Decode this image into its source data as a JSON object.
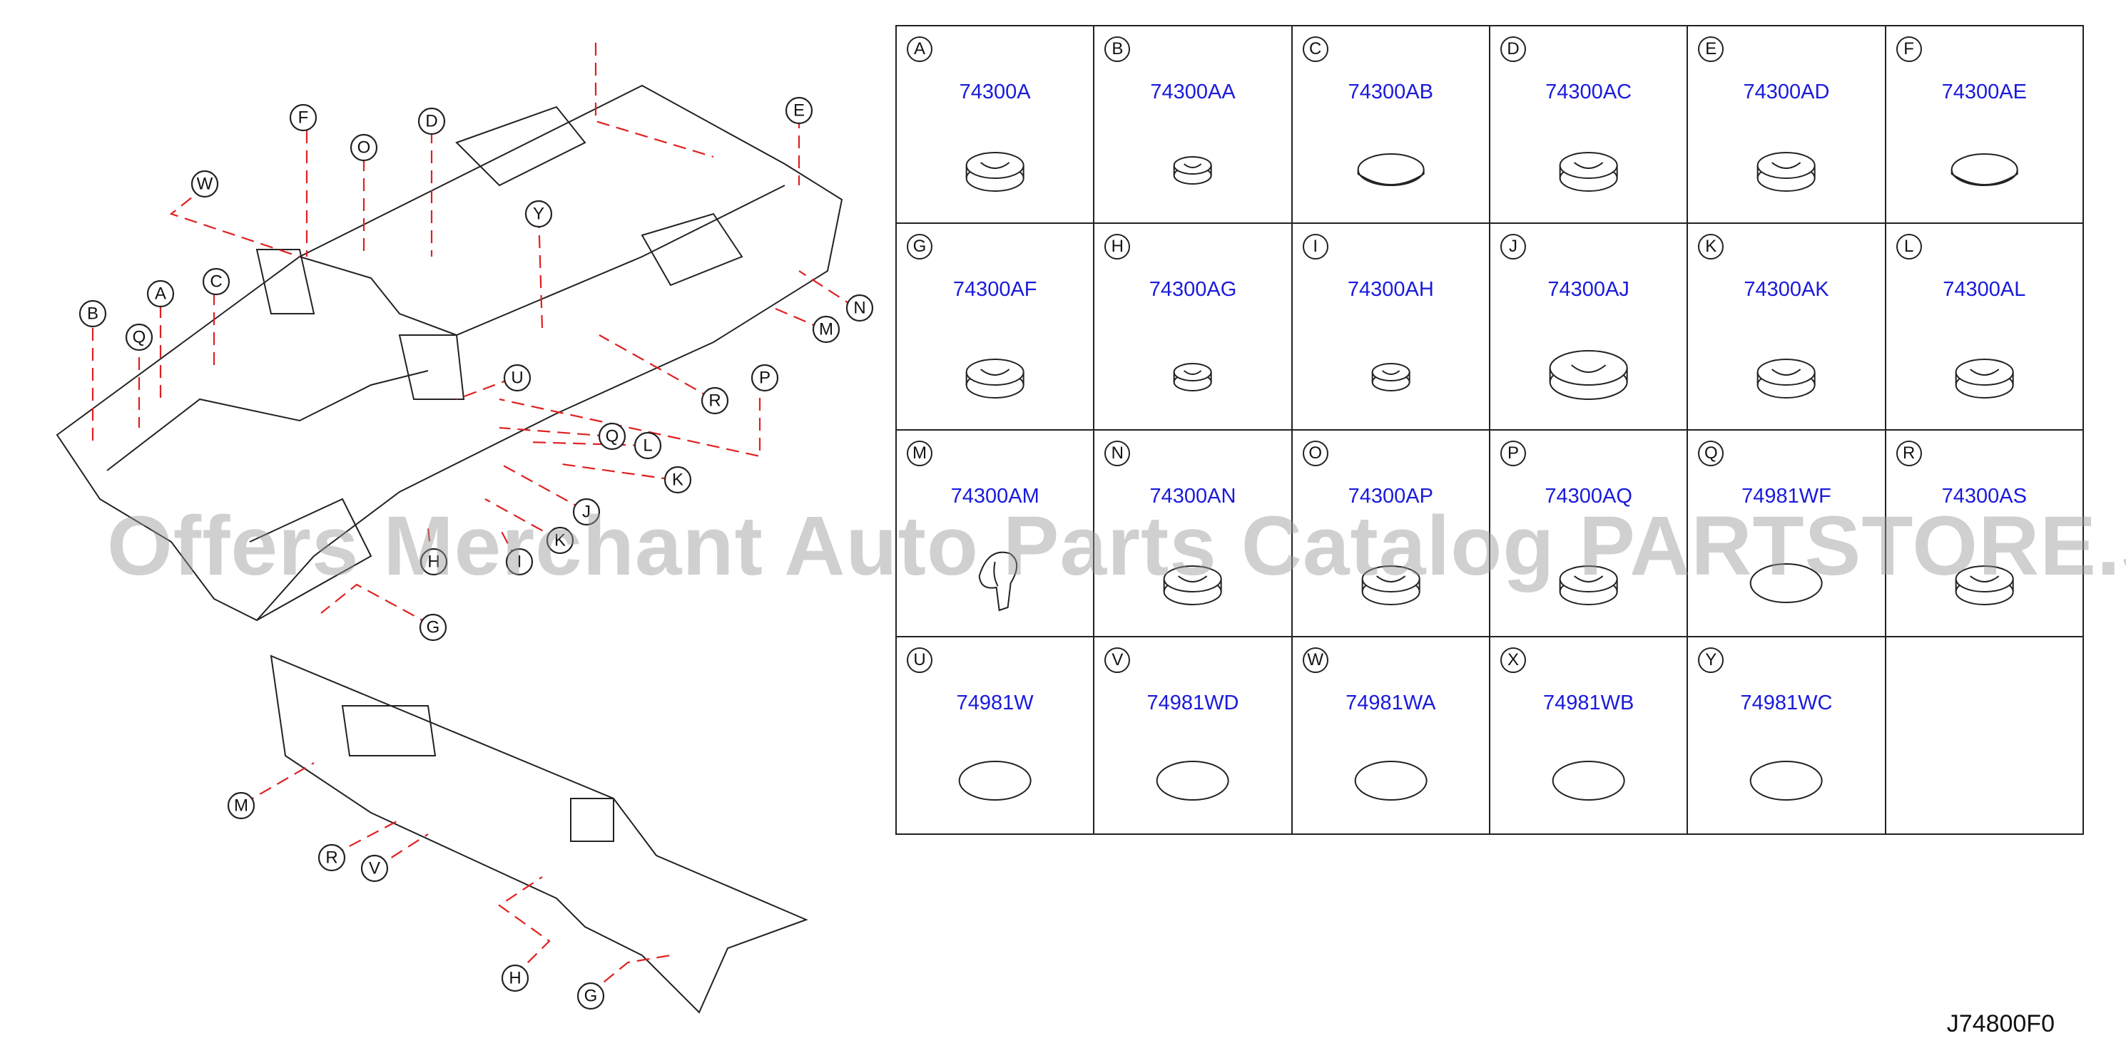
{
  "diagram_code": "J74800F0",
  "watermark": "Offers Merchant Auto Parts Catalog PARTSTORE.SA",
  "colors": {
    "part_number": "#1a1adc",
    "leader_line": "#e02020",
    "line": "#222222"
  },
  "parts": [
    {
      "letter": "A",
      "part": "74300A",
      "shape": "plug-large"
    },
    {
      "letter": "B",
      "part": "74300AA",
      "shape": "plug-small"
    },
    {
      "letter": "C",
      "part": "74300AB",
      "shape": "disc"
    },
    {
      "letter": "D",
      "part": "74300AC",
      "shape": "plug-large"
    },
    {
      "letter": "E",
      "part": "74300AD",
      "shape": "plug-large"
    },
    {
      "letter": "F",
      "part": "74300AE",
      "shape": "disc"
    },
    {
      "letter": "G",
      "part": "74300AF",
      "shape": "plug-large"
    },
    {
      "letter": "H",
      "part": "74300AG",
      "shape": "plug-small"
    },
    {
      "letter": "I",
      "part": "74300AH",
      "shape": "plug-small"
    },
    {
      "letter": "J",
      "part": "74300AJ",
      "shape": "plug-xl"
    },
    {
      "letter": "K",
      "part": "74300AK",
      "shape": "plug-large"
    },
    {
      "letter": "L",
      "part": "74300AL",
      "shape": "plug-large"
    },
    {
      "letter": "M",
      "part": "74300AM",
      "shape": "clip"
    },
    {
      "letter": "N",
      "part": "74300AN",
      "shape": "plug-large"
    },
    {
      "letter": "O",
      "part": "74300AP",
      "shape": "plug-large"
    },
    {
      "letter": "P",
      "part": "74300AQ",
      "shape": "plug-large"
    },
    {
      "letter": "Q",
      "part": "74981WF",
      "shape": "oval"
    },
    {
      "letter": "R",
      "part": "74300AS",
      "shape": "plug-large"
    },
    {
      "letter": "U",
      "part": "74981W",
      "shape": "oval"
    },
    {
      "letter": "V",
      "part": "74981WD",
      "shape": "oval"
    },
    {
      "letter": "W",
      "part": "74981WA",
      "shape": "oval"
    },
    {
      "letter": "X",
      "part": "74981WB",
      "shape": "oval"
    },
    {
      "letter": "Y",
      "part": "74981WC",
      "shape": "oval"
    },
    {
      "letter": "",
      "part": "",
      "shape": "none"
    }
  ],
  "callouts_upper": [
    "F",
    "O",
    "D",
    "W",
    "Y",
    "E",
    "B",
    "A",
    "C",
    "Q",
    "N",
    "M",
    "U",
    "R",
    "P",
    "Q",
    "L",
    "K",
    "J",
    "K",
    "H",
    "I",
    "G"
  ],
  "callouts_lower": [
    "M",
    "R",
    "V",
    "H",
    "G"
  ]
}
